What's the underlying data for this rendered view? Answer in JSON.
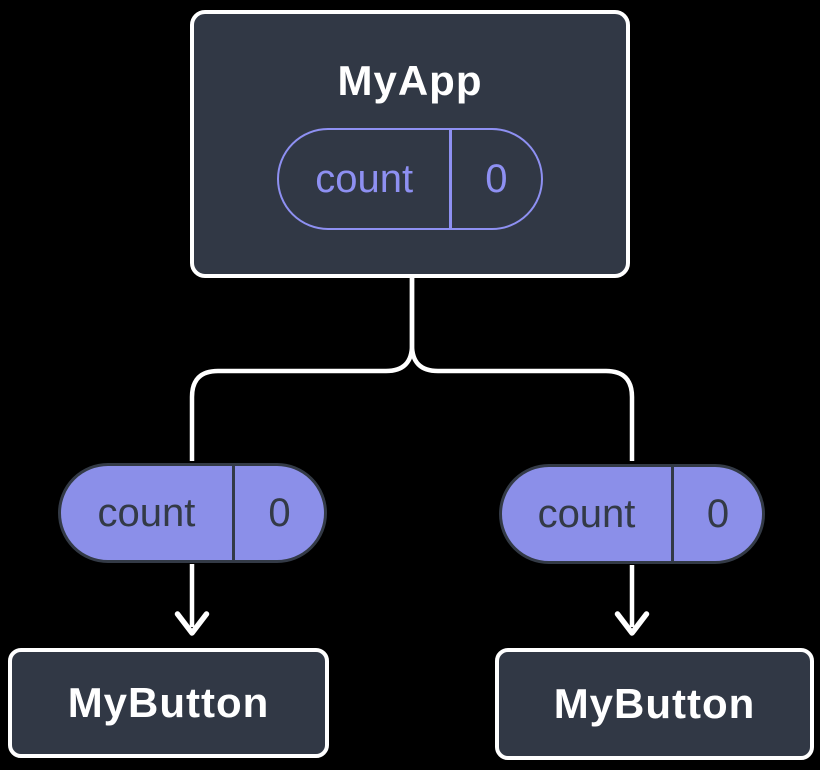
{
  "colors": {
    "background": "#000000",
    "node_bg": "#313845",
    "node_border": "#ffffff",
    "node_text": "#ffffff",
    "pill_fill": "#8b8fe9",
    "pill_outline": "#8e90f2",
    "pill_dark": "#333a46",
    "connector": "#ffffff"
  },
  "tree": {
    "root": {
      "title": "MyApp",
      "state_pill": {
        "name": "count",
        "value": "0"
      }
    },
    "prop_pills": [
      {
        "name": "count",
        "value": "0"
      },
      {
        "name": "count",
        "value": "0"
      }
    ],
    "children": [
      {
        "title": "MyButton"
      },
      {
        "title": "MyButton"
      }
    ]
  }
}
